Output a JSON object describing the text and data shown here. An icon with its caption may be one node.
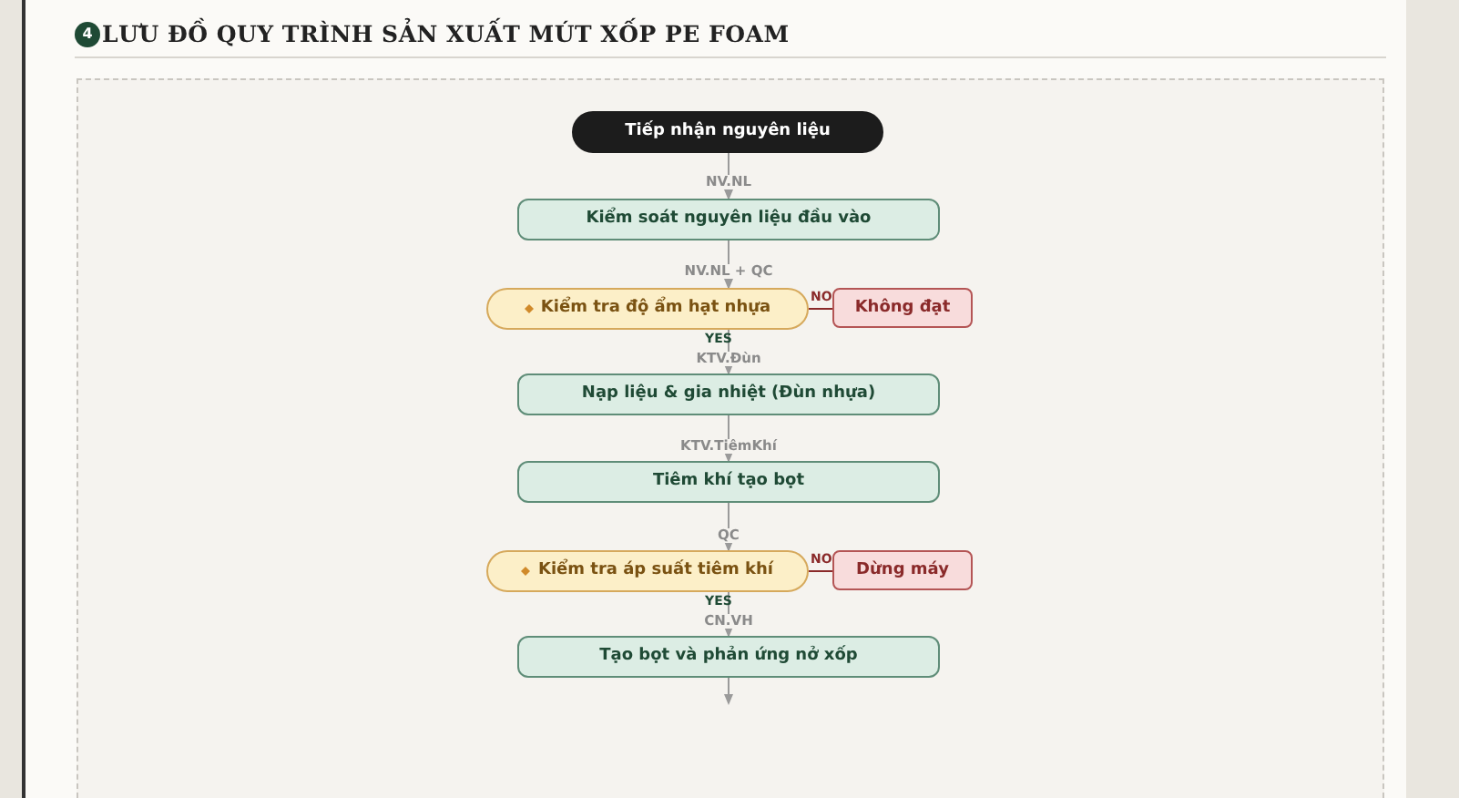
{
  "diagram": {
    "title": "LƯU ĐỒ QUY TRÌNH SẢN XUẤT MÚT XỐP PE FOAM",
    "nodes": [
      {
        "text": [
          "Tiếp nhận nguyên liệu"
        ]
      },
      {
        "text": [
          "Kiểm soát nguyên liệu đầu vào"
        ]
      },
      {
        "text": [
          "Kiểm tra độ ẩm hạt nhựa"
        ]
      },
      {
        "text": [
          "Không đạt"
        ]
      },
      {
        "text": [
          "Nạp liệu & gia nhiệt (Đùn nhựa)"
        ]
      },
      {
        "text": [
          "Tiêm khí tạo bọt"
        ]
      },
      {
        "text": [
          "Kiểm tra áp suất tiêm khí"
        ]
      },
      {
        "text": [
          "Dừng máy"
        ]
      },
      {
        "text": [
          "Tạo bọt và phản ứng nở xốp"
        ]
      }
    ],
    "edges": [
      {
        "from": 0,
        "to": 1,
        "arrow": "to"
      },
      {
        "from": 1,
        "to": 2,
        "arrow": "to"
      },
      {
        "from": 2,
        "to": 3,
        "arrow": "none",
        "label": "NO",
        "color": "#8a2a2a"
      },
      {
        "from": 2,
        "to": 4,
        "arrow": "to",
        "label": "YES"
      },
      {
        "from": 4,
        "to": 5,
        "arrow": "to"
      },
      {
        "from": 5,
        "to": 6,
        "arrow": "to"
      },
      {
        "from": 6,
        "to": 7,
        "arrow": "none",
        "label": "NO",
        "color": "#8a2a2a"
      },
      {
        "from": 6,
        "to": 8,
        "arrow": "to",
        "label": "YES"
      },
      {
        "from": 8,
        "to": null,
        "arrow": "to"
      }
    ],
    "labels": [
      "4",
      "NV.NL",
      "NV.NL + QC",
      "KTV.Đùn",
      "KTV.TiêmKhí",
      "QC",
      "CN.VH"
    ]
  }
}
